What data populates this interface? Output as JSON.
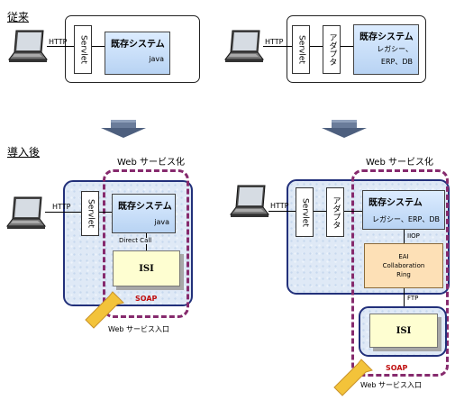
{
  "labels": {
    "before": "従来",
    "after": "導入後",
    "http": "HTTP",
    "servlet": "Servlet",
    "adapter": "アダプタ",
    "legacy_system": "既存システム",
    "java": "java",
    "legacy_detail": "レガシー、ERP、DB",
    "legacy_detail_tr": "レガシー、",
    "legacy_detail_tr2": "ERP、DB",
    "isi": "ISI",
    "direct_call": "Direct Call",
    "iiop": "IIOP",
    "ftp": "FTP",
    "soap": "SOAP",
    "web_service": "Web サービス化",
    "web_service_entry": "Web サービス入口",
    "eai_line1": "EAI",
    "eai_line2": "Collaboration",
    "eai_line3": "Ring"
  },
  "colors": {
    "dashed_border": "#862a6d",
    "pale_border": "#22307a",
    "soap_text": "#c01010",
    "arrow_fill": "#f3c33a",
    "system_fill": "#b8d3f3",
    "isi_fill": "#fefed1",
    "eai_fill": "#fde0b6"
  }
}
